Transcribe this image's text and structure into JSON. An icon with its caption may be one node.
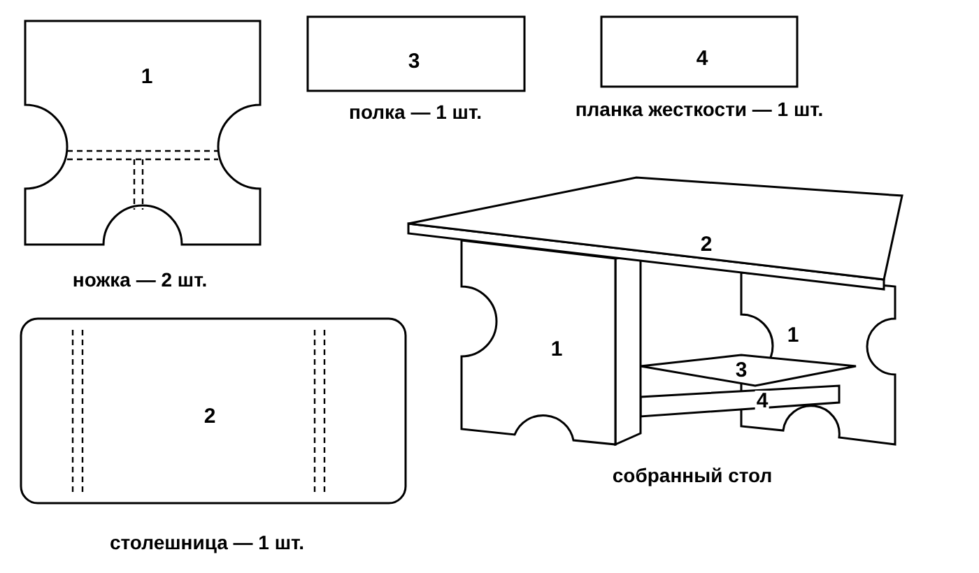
{
  "diagram": {
    "nodes": [
      {
        "text": [
          "1"
        ],
        "beside": [
          "ножка — 2 шт."
        ]
      },
      {
        "text": [
          "3"
        ],
        "beside": [
          "полка — 1 шт."
        ]
      },
      {
        "text": [
          "4"
        ],
        "beside": [
          "планка жесткости — 1 шт."
        ]
      },
      {
        "text": [
          "2"
        ],
        "beside": [
          "столешница — 1 шт."
        ]
      },
      {
        "text": [],
        "shape": "picture",
        "beside": [
          "собранный стол"
        ]
      }
    ],
    "labels": [
      "2",
      "1",
      "1",
      "3",
      "4"
    ]
  }
}
